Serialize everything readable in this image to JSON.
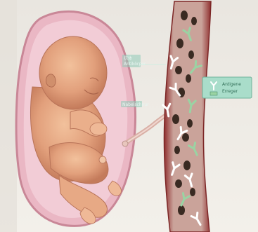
{
  "diagram": {
    "labels": {
      "left_upper": [
        "抗体",
        "Antikörper"
      ],
      "left_lower": "Nabelschnur",
      "right_box": [
        "Antigene",
        "Erreger"
      ]
    },
    "colors": {
      "background": "#f2efe8",
      "uterus": "#e9b6c3",
      "vessel": "#b2534a",
      "skin": "#e2a07c",
      "red_cell": "#3a2a22",
      "antibody": "#9ad3a3",
      "label_box": "#9ad7c1"
    }
  }
}
